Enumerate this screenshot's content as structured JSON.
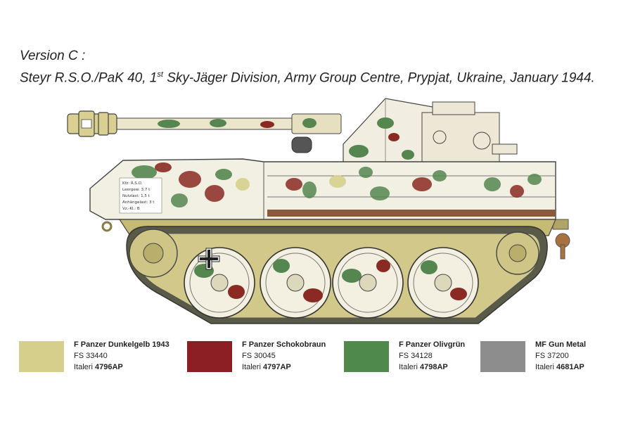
{
  "caption": {
    "version": "Version C :",
    "vehicle_prefix": "Steyr R.S.O./PaK 40, 1",
    "ordinal_suffix": "st",
    "vehicle_suffix": " Sky-Jäger Division, Army Group Centre, Prypjat, Ukraine, January 1944."
  },
  "stencil": [
    "Kfz: R.S.O.",
    "Leergew: 3,7 t",
    "Nutzlast: 1,5 t",
    "Anhängelast: 3 t",
    "Vz.-Kl.: B"
  ],
  "colors": [
    {
      "name": "F Panzer Dunkelgelb 1943",
      "fs": "FS 33440",
      "italeri_label": "Italeri",
      "code": "4796AP",
      "hex": "#d6cf8c"
    },
    {
      "name": "F Panzer Schokobraun",
      "fs": "FS 30045",
      "italeri_label": "Italeri",
      "code": "4797AP",
      "hex": "#8b1f24"
    },
    {
      "name": "F Panzer Olivgrün",
      "fs": "FS 34128",
      "italeri_label": "Italeri",
      "code": "4798AP",
      "hex": "#4f8a4c"
    },
    {
      "name": "MF Gun Metal",
      "fs": "FS 37200",
      "italeri_label": "Italeri",
      "code": "4681AP",
      "hex": "#8d8d8d"
    }
  ]
}
